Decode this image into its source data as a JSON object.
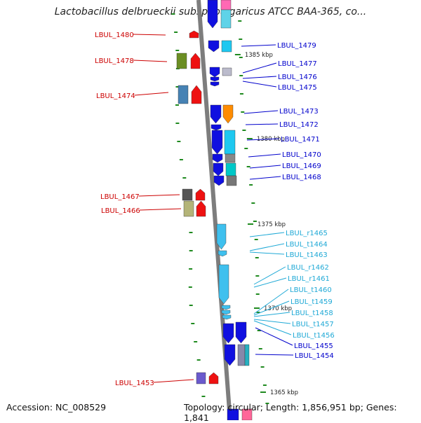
{
  "title": "Lactobacillus delbrueckii subsp. bulgaricus ATCC BAA-365, co...",
  "footer": {
    "accession": "Accession: NC_008529",
    "summary": "Topology: circular; Length: 1,856,951 bp; Genes: 1,841"
  },
  "colors": {
    "left_label": "#cc0000",
    "right_label": "#0000cc",
    "rna_label": "#1fa9d6",
    "backbone": "#7d7d7d",
    "tick": "#1f8a1f"
  },
  "kbp_marks": [
    "1385 kbp",
    "1380 kbp",
    "1375 kbp",
    "1370 kbp",
    "1365 kbp"
  ],
  "left_genes": [
    "LBUL_1480",
    "LBUL_1478",
    "LBUL_1474",
    "LBUL_1467",
    "LBUL_1466",
    "LBUL_1453"
  ],
  "right_genes": [
    "LBUL_1479",
    "LBUL_1477",
    "LBUL_1476",
    "LBUL_1475",
    "LBUL_1473",
    "LBUL_1472",
    "LBUL_1471",
    "LBUL_1470",
    "LBUL_1469",
    "LBUL_1468",
    "LBUL_1455",
    "LBUL_1454"
  ],
  "rna_genes": [
    "LBUL_r1465",
    "LBUL_t1464",
    "LBUL_t1463",
    "LBUL_r1462",
    "LBUL_r1461",
    "LBUL_t1460",
    "LBUL_t1459",
    "LBUL_t1458",
    "LBUL_t1457",
    "LBUL_t1456"
  ]
}
